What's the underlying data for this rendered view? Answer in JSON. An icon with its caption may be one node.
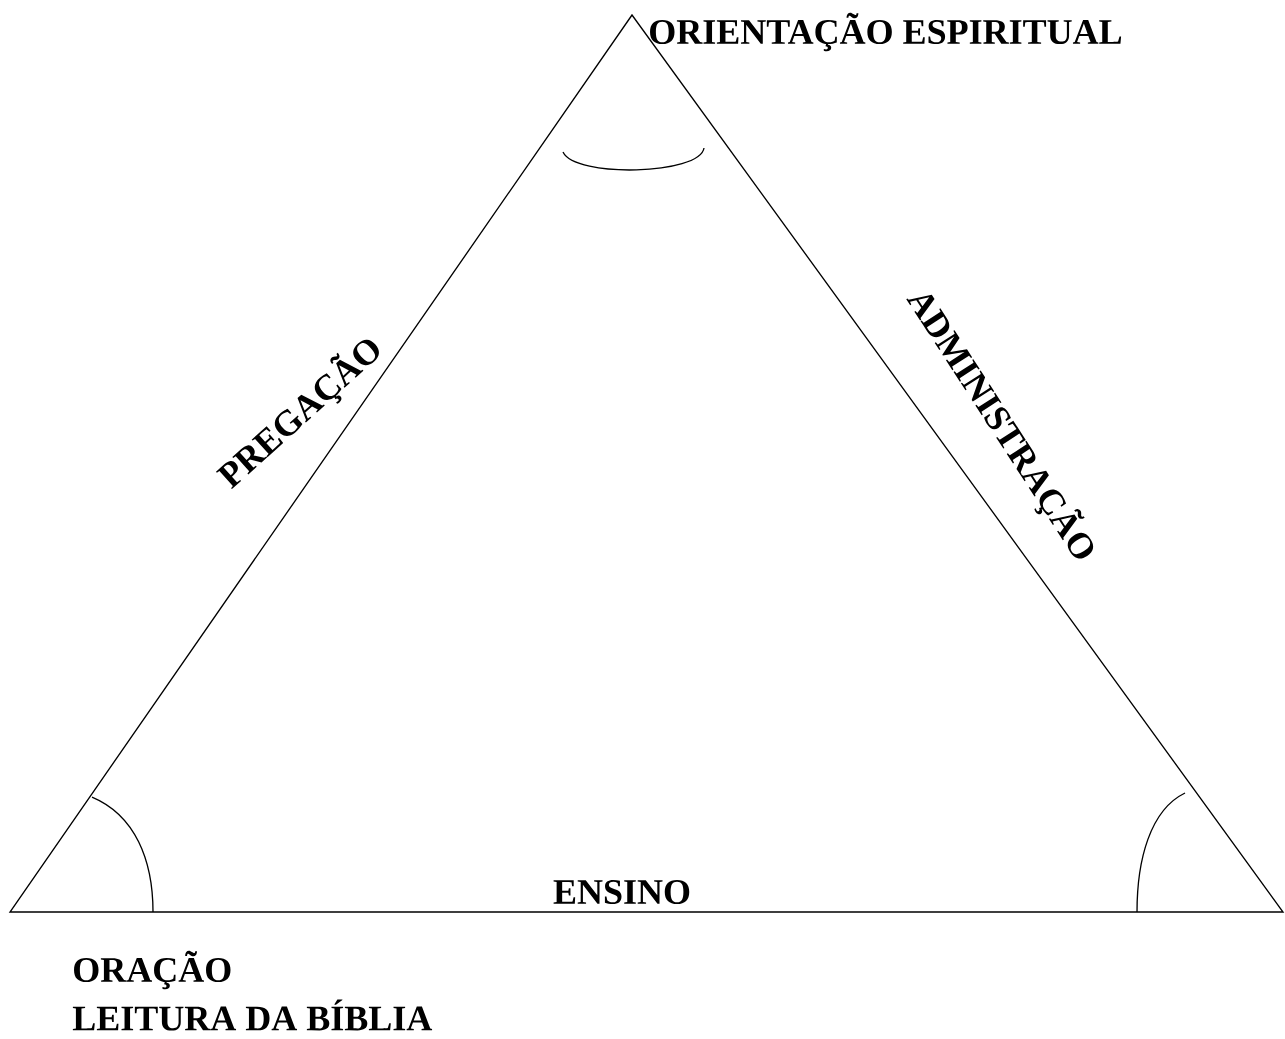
{
  "diagram": {
    "labels": [
      "ORIENTAÇÃO ESPIRITUAL",
      "PREGAÇÃO",
      "ADMINISTRAÇÃO",
      "ENSINO",
      "ORAÇÃO",
      "LEITURA DA BÍBLIA"
    ]
  }
}
